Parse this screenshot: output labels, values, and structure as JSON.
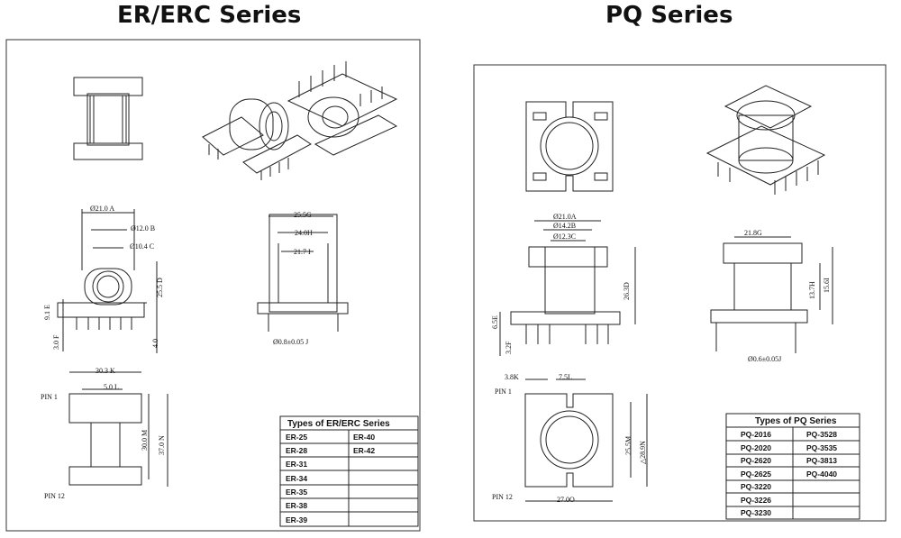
{
  "er": {
    "title": "ER/ERC Series",
    "dims": {
      "a": "Ø21.0 A",
      "b": "Ø12.0 B",
      "c": "Ø10.4 C",
      "d": "25.5 D",
      "e": "9.1 E",
      "f": "3.0 F",
      "g": "25.5G",
      "h": "24.0H",
      "i": "21.7 I",
      "j": "Ø0.8±0.05 J",
      "k": "30.3 K",
      "l": "5.0 L",
      "m": "30.0 M",
      "n": "37.0 N",
      "four": "4.0"
    },
    "pin1": "PIN 1",
    "pin12": "PIN 12",
    "table_title": "Types of ER/ERC Series",
    "types_col1": [
      "ER-25",
      "ER-28",
      "ER-31",
      "ER-34",
      "ER-35",
      "ER-38",
      "ER-39"
    ],
    "types_col2": [
      "ER-40",
      "ER-42",
      "",
      "",
      "",
      "",
      ""
    ]
  },
  "pq": {
    "title": "PQ  Series",
    "dims": {
      "a": "Ø21.0A",
      "b": "Ø14.2B",
      "c": "Ø12.3C",
      "d": "26.3D",
      "e": "6.5E",
      "f": "3.2F",
      "g": "21.8G",
      "h": "13.7H",
      "i": "15.6I",
      "j": "Ø0.6±0.05J",
      "k": "3.8K",
      "l": "7.5L",
      "m": "25.5M",
      "n": "△28.9N",
      "o": "27.0O"
    },
    "pin1": "PIN 1",
    "pin12": "PIN 12",
    "table_title": "Types of PQ Series",
    "types_col1": [
      "PQ-2016",
      "PQ-2020",
      "PQ-2620",
      "PQ-2625",
      "PQ-3220",
      "PQ-3226",
      "PQ-3230"
    ],
    "types_col2": [
      "PQ-3528",
      "PQ-3535",
      "PQ-3813",
      "PQ-4040",
      "",
      "",
      ""
    ]
  }
}
